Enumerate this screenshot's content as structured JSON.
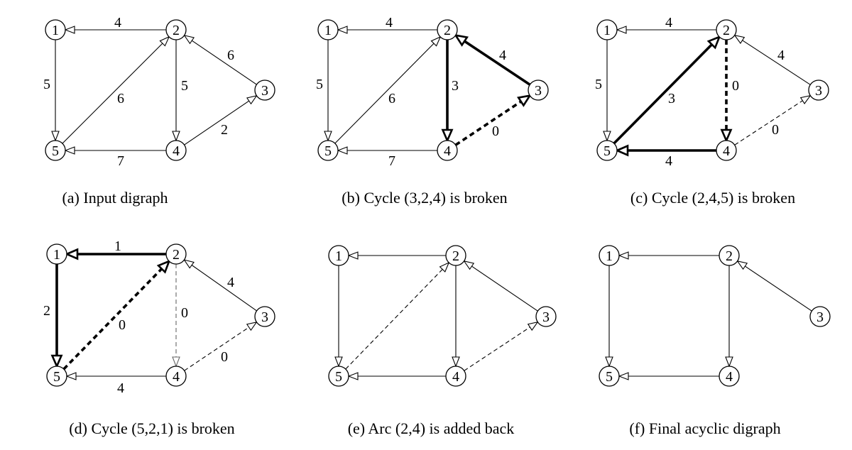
{
  "figure": {
    "panels": [
      {
        "id": "a",
        "caption": "(a) Input digraph",
        "nodes": [
          "1",
          "2",
          "3",
          "4",
          "5"
        ],
        "edges": [
          {
            "from": "2",
            "to": "1",
            "weight": "4",
            "style": "normal"
          },
          {
            "from": "1",
            "to": "5",
            "weight": "5",
            "style": "normal"
          },
          {
            "from": "5",
            "to": "2",
            "weight": "6",
            "style": "normal"
          },
          {
            "from": "2",
            "to": "4",
            "weight": "5",
            "style": "normal"
          },
          {
            "from": "3",
            "to": "2",
            "weight": "6",
            "style": "normal"
          },
          {
            "from": "4",
            "to": "3",
            "weight": "2",
            "style": "normal"
          },
          {
            "from": "4",
            "to": "5",
            "weight": "7",
            "style": "normal"
          }
        ]
      },
      {
        "id": "b",
        "caption": "(b) Cycle (3,2,4) is broken",
        "nodes": [
          "1",
          "2",
          "3",
          "4",
          "5"
        ],
        "edges": [
          {
            "from": "2",
            "to": "1",
            "weight": "4",
            "style": "normal"
          },
          {
            "from": "1",
            "to": "5",
            "weight": "5",
            "style": "normal"
          },
          {
            "from": "5",
            "to": "2",
            "weight": "6",
            "style": "normal"
          },
          {
            "from": "2",
            "to": "4",
            "weight": "3",
            "style": "bold"
          },
          {
            "from": "3",
            "to": "2",
            "weight": "4",
            "style": "bold"
          },
          {
            "from": "4",
            "to": "3",
            "weight": "0",
            "style": "bold-dashed"
          },
          {
            "from": "4",
            "to": "5",
            "weight": "7",
            "style": "normal"
          }
        ]
      },
      {
        "id": "c",
        "caption": "(c) Cycle (2,4,5) is broken",
        "nodes": [
          "1",
          "2",
          "3",
          "4",
          "5"
        ],
        "edges": [
          {
            "from": "2",
            "to": "1",
            "weight": "4",
            "style": "normal"
          },
          {
            "from": "1",
            "to": "5",
            "weight": "5",
            "style": "normal"
          },
          {
            "from": "5",
            "to": "2",
            "weight": "3",
            "style": "bold"
          },
          {
            "from": "2",
            "to": "4",
            "weight": "0",
            "style": "bold-dashed"
          },
          {
            "from": "3",
            "to": "2",
            "weight": "4",
            "style": "normal"
          },
          {
            "from": "4",
            "to": "3",
            "weight": "0",
            "style": "dashed"
          },
          {
            "from": "4",
            "to": "5",
            "weight": "4",
            "style": "bold"
          }
        ]
      },
      {
        "id": "d",
        "caption": "(d) Cycle (5,2,1) is broken",
        "nodes": [
          "1",
          "2",
          "3",
          "4",
          "5"
        ],
        "edges": [
          {
            "from": "2",
            "to": "1",
            "weight": "1",
            "style": "bold"
          },
          {
            "from": "1",
            "to": "5",
            "weight": "2",
            "style": "bold"
          },
          {
            "from": "5",
            "to": "2",
            "weight": "0",
            "style": "bold-dashed"
          },
          {
            "from": "2",
            "to": "4",
            "weight": "0",
            "style": "dashed-gray"
          },
          {
            "from": "3",
            "to": "2",
            "weight": "4",
            "style": "normal"
          },
          {
            "from": "4",
            "to": "3",
            "weight": "0",
            "style": "dashed"
          },
          {
            "from": "4",
            "to": "5",
            "weight": "4",
            "style": "normal"
          }
        ]
      },
      {
        "id": "e",
        "caption": "(e) Arc (2,4) is added back",
        "nodes": [
          "1",
          "2",
          "3",
          "4",
          "5"
        ],
        "edges": [
          {
            "from": "2",
            "to": "1",
            "weight": "",
            "style": "normal"
          },
          {
            "from": "1",
            "to": "5",
            "weight": "",
            "style": "normal"
          },
          {
            "from": "5",
            "to": "2",
            "weight": "",
            "style": "dashed"
          },
          {
            "from": "2",
            "to": "4",
            "weight": "",
            "style": "normal"
          },
          {
            "from": "3",
            "to": "2",
            "weight": "",
            "style": "normal"
          },
          {
            "from": "4",
            "to": "3",
            "weight": "",
            "style": "dashed"
          },
          {
            "from": "4",
            "to": "5",
            "weight": "",
            "style": "normal"
          }
        ]
      },
      {
        "id": "f",
        "caption": "(f) Final acyclic digraph",
        "nodes": [
          "1",
          "2",
          "3",
          "4",
          "5"
        ],
        "edges": [
          {
            "from": "2",
            "to": "1",
            "weight": "",
            "style": "normal"
          },
          {
            "from": "1",
            "to": "5",
            "weight": "",
            "style": "normal"
          },
          {
            "from": "2",
            "to": "4",
            "weight": "",
            "style": "normal"
          },
          {
            "from": "3",
            "to": "2",
            "weight": "",
            "style": "normal"
          },
          {
            "from": "4",
            "to": "5",
            "weight": "",
            "style": "normal"
          }
        ]
      }
    ]
  },
  "colors": {
    "stroke": "#000000",
    "dashed_gray": "#666666",
    "background": "#ffffff"
  }
}
